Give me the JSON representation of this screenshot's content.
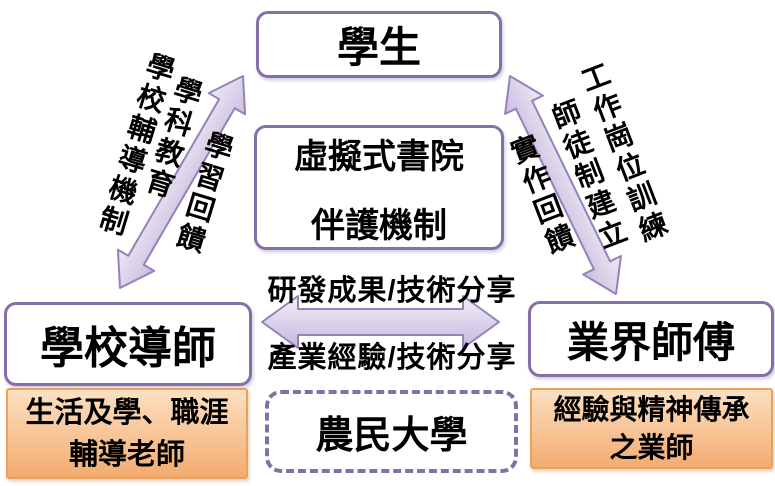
{
  "boxes": {
    "student": {
      "label": "學生"
    },
    "center": {
      "line1": "虛擬式書院",
      "line2": "伴護機制"
    },
    "school_mentor": {
      "label": "學校導師"
    },
    "industry_master": {
      "label": "業界師傅"
    },
    "farmer_university": {
      "label": "農民大學"
    },
    "school_support": {
      "line1": "生活及學、職涯",
      "line2": "輔導老師"
    },
    "industry_support": {
      "line1": "經驗與精神傳承",
      "line2": "之業師"
    }
  },
  "arrow_labels": {
    "left_line1": "學科教育",
    "left_line2": "學校輔導機制",
    "left_feedback": "學習回饋",
    "right_line1": "工作崗位訓練",
    "right_line2": "師徒制建立",
    "right_feedback": "實作回饋",
    "horizontal_top": "研發成果/技術分享",
    "horizontal_bottom": "產業經驗/技術分享"
  },
  "colors": {
    "purple_border": "#8470A8",
    "arrow_fill_light": "#F2EEF8",
    "arrow_fill_dark": "#C6B8DD",
    "arrow_stroke": "#9383B6",
    "orange_top": "#FCE0C2",
    "orange_bottom": "#F3AC70",
    "orange_border": "#E9A25B",
    "text": "#000000",
    "background": "#FFFFFF"
  }
}
